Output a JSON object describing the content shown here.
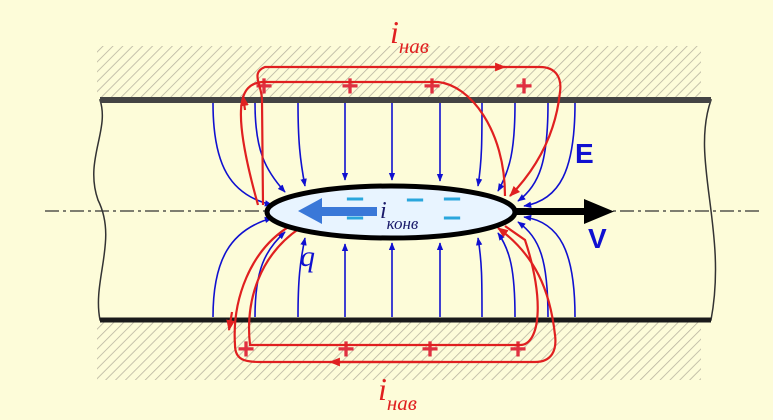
{
  "labels": {
    "current_top_main": "i",
    "current_top_sub": "нав",
    "current_bottom_main": "i",
    "current_bottom_sub": "нав",
    "convection_main": "i",
    "convection_sub": "конв",
    "field": "E",
    "velocity": "V",
    "charge": "q"
  },
  "induced_charge_symbol": "+",
  "bunch_charge_symbol": "−",
  "colors": {
    "background": "#fdfcd9",
    "shield_hatch": "#b8b4a0",
    "wall": "#444444",
    "field_lines": "#1010d0",
    "induced_current": "#e02020",
    "induced_charges": "#e03040",
    "bunch_fill": "#e8f4ff",
    "bunch_outline": "#000000",
    "convection_arrow": "#3a78d8",
    "electrons": "#2aa6dc",
    "velocity_arrow": "#000000"
  },
  "icons": [
    "velocity-arrow-icon",
    "convection-arrow-icon",
    "field-arrow-icon"
  ]
}
